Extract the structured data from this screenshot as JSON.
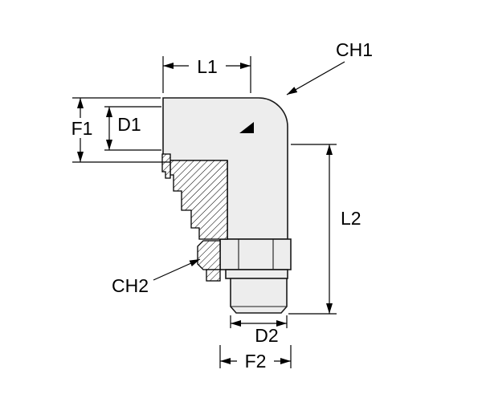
{
  "diagram": {
    "type": "technical-drawing",
    "labels": {
      "l1": "L1",
      "ch1": "CH1",
      "f1": "F1",
      "d1": "D1",
      "l2": "L2",
      "ch2": "CH2",
      "d2": "D2",
      "f2": "F2"
    },
    "colors": {
      "background": "#ffffff",
      "line": "#000000",
      "part_fill": "#ededed"
    }
  }
}
